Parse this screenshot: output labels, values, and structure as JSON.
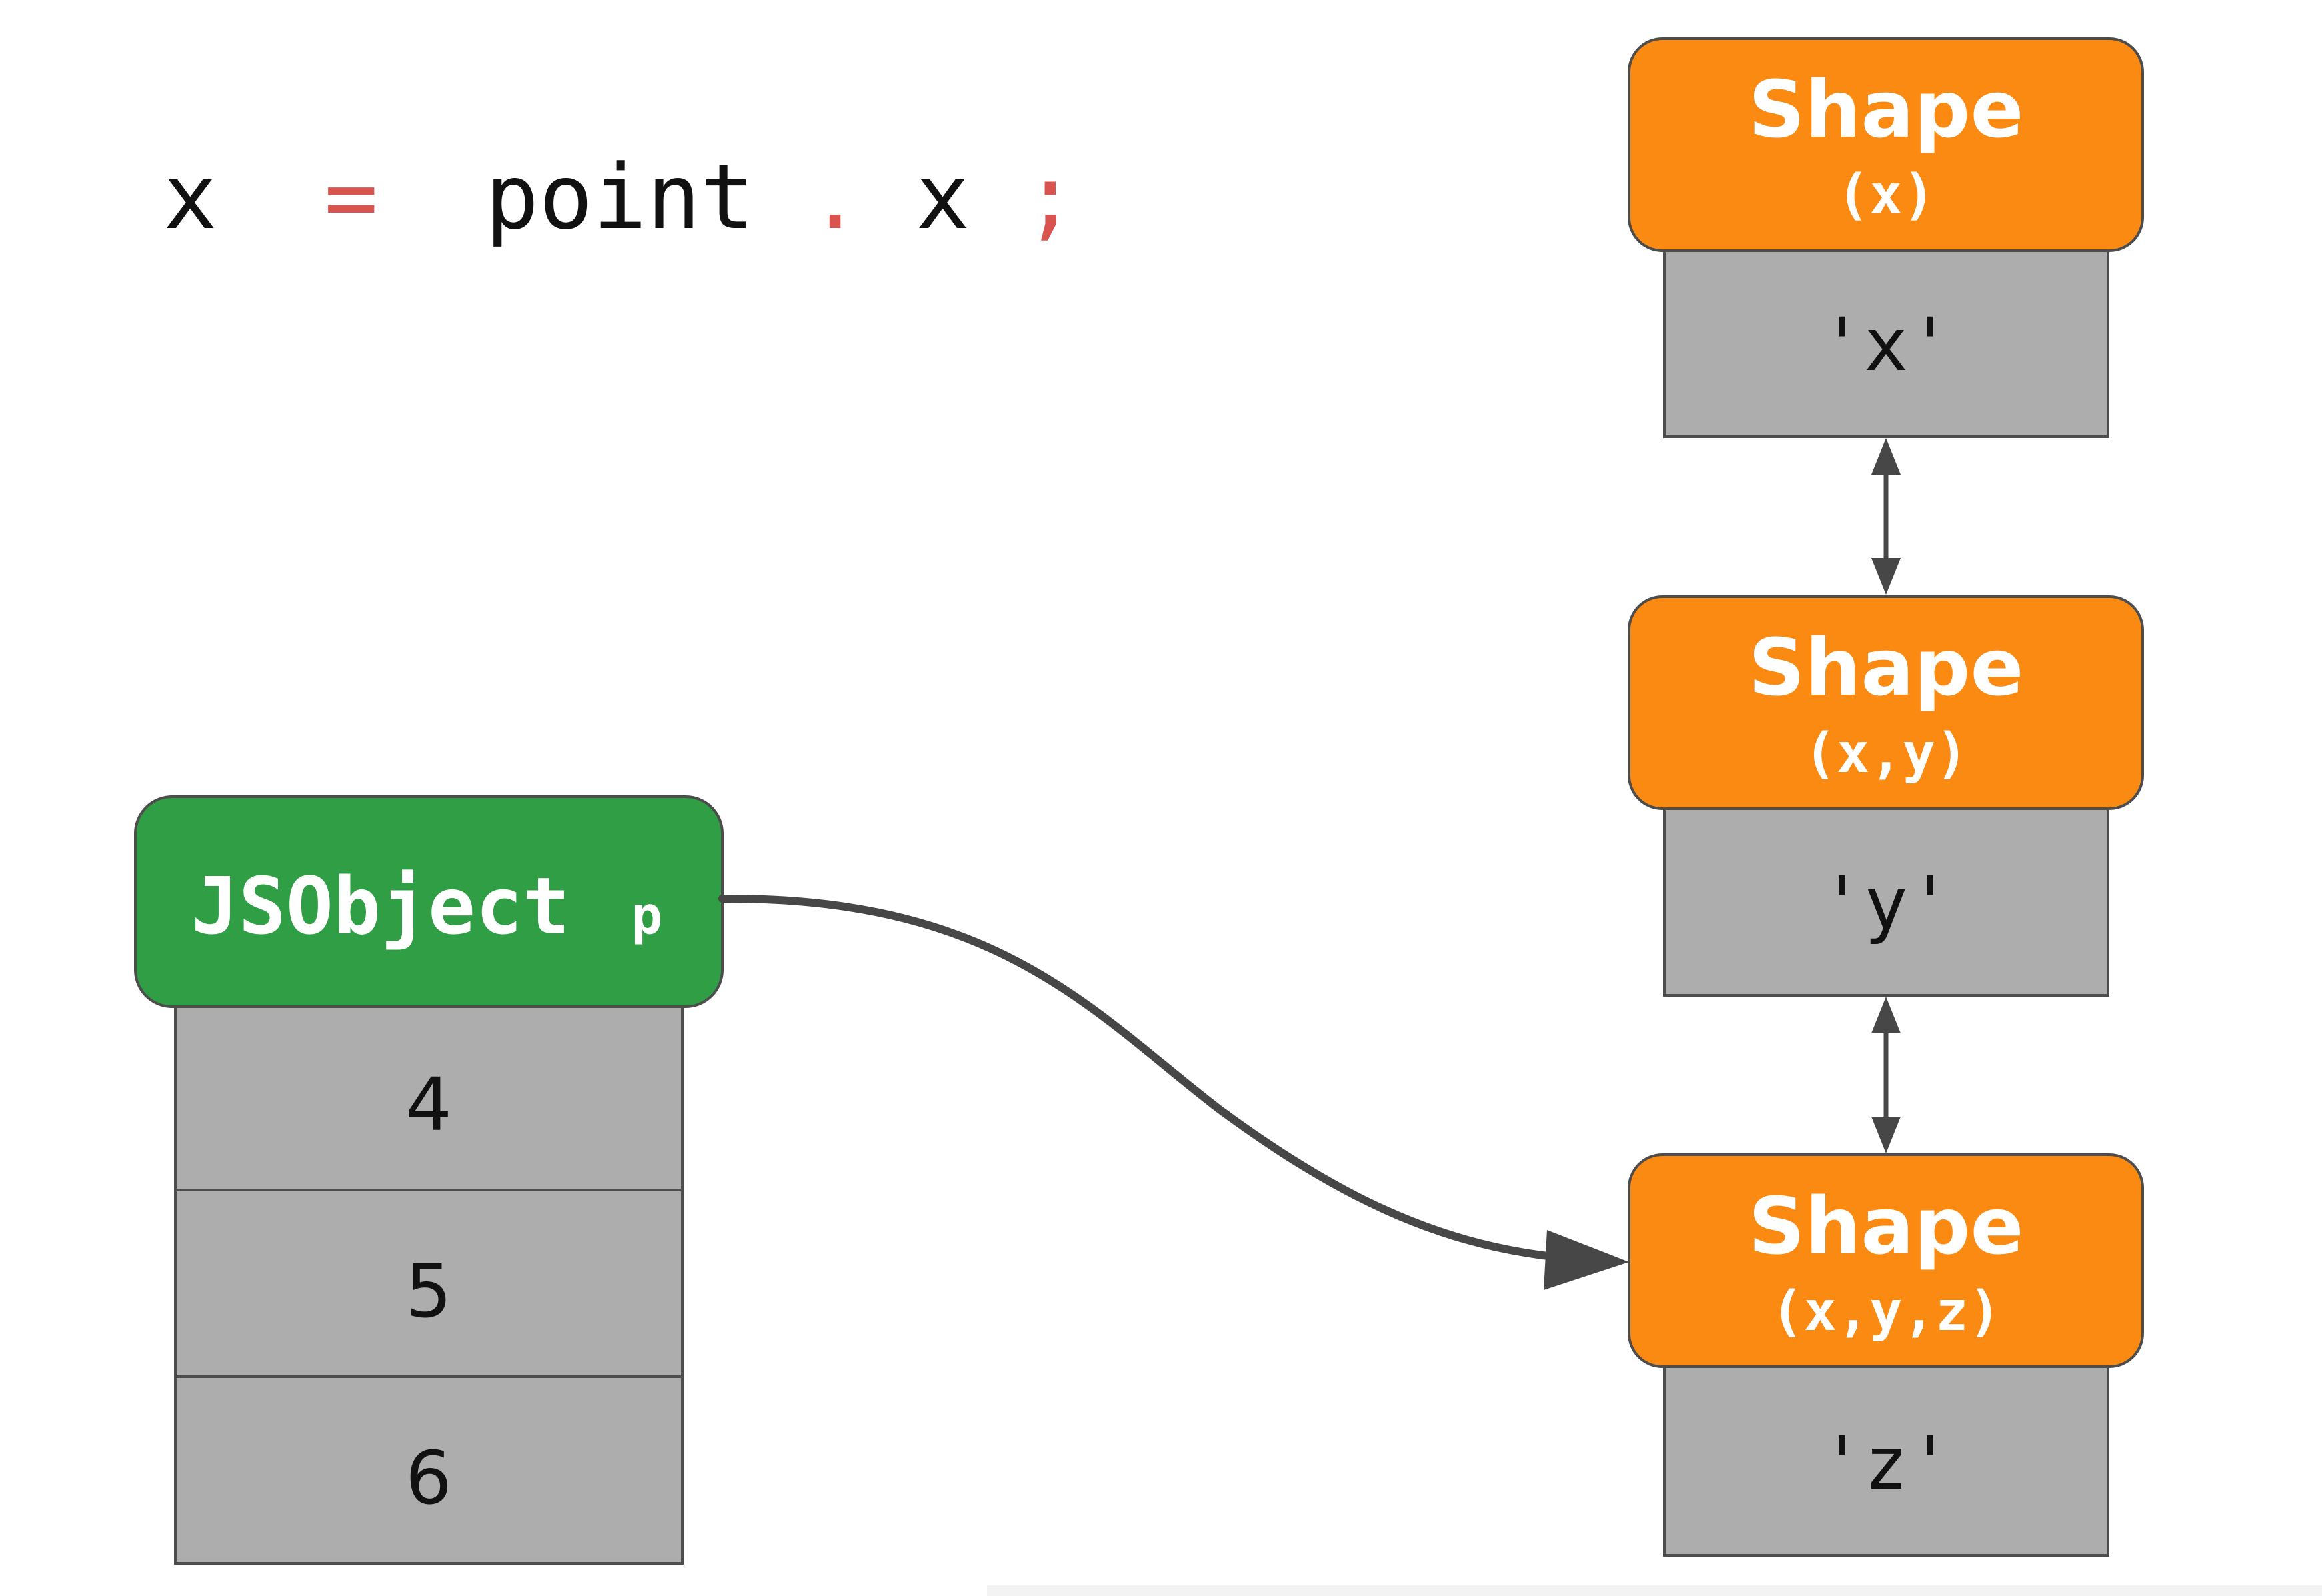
{
  "code": {
    "var": "x",
    "eq": "=",
    "obj": "point",
    "dot": ".",
    "prop": "x",
    "semi": ";"
  },
  "jsobject": {
    "label": "JSObject",
    "sub": "p",
    "values": [
      "4",
      "5",
      "6"
    ]
  },
  "shapes": [
    {
      "title": "Shape",
      "props": "(x)",
      "key": "'x'"
    },
    {
      "title": "Shape",
      "props": "(x,y)",
      "key": "'y'"
    },
    {
      "title": "Shape",
      "props": "(x,y,z)",
      "key": "'z'"
    }
  ],
  "colors": {
    "orange": "#fb8a13",
    "green": "#2f9e44",
    "gray": "#adadad",
    "code_red": "#d9534f",
    "arrow": "#474747"
  }
}
